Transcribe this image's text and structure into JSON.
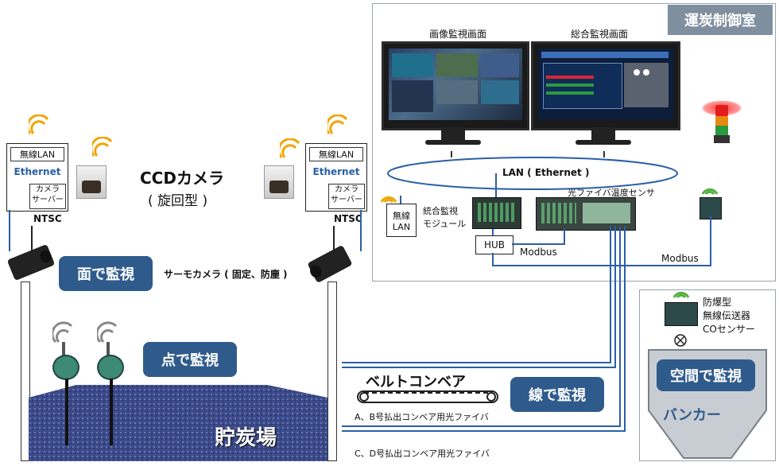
{
  "control_room": {
    "title": "運炭制御室",
    "monitor_left_label": "画像監視画面",
    "monitor_right_label": "総合監視画面",
    "lan_label": "LAN ( Ethernet )",
    "wireless_lan": [
      "無線",
      "LAN"
    ],
    "integrated_module": [
      "統合監視",
      "モジュール"
    ],
    "fiber_sensor": "光ファイバ温度センサ",
    "hub": "HUB",
    "modbus_1": "Modbus",
    "modbus_2": "Modbus"
  },
  "cameras": {
    "ccd_title": "CCDカメラ",
    "ccd_subtitle": "( 旋回型 )",
    "thermo_label": "サーモカメラ ( 固定、防塵 )",
    "left_box": {
      "wireless": "無線LAN",
      "ethernet": "Ethernet",
      "server": [
        "カメラ",
        "サーバー"
      ],
      "ntsc": "NTSC"
    },
    "right_box": {
      "wireless": "無線LAN",
      "ethernet": "Ethernet",
      "server": [
        "カメラ",
        "サーバー"
      ],
      "ntsc": "NTSC"
    }
  },
  "monitoring_modes": {
    "surface": "面で監視",
    "point": "点で監視",
    "line": "線で監視",
    "space": "空間で監視"
  },
  "yard": {
    "title": "貯炭場",
    "conveyor_title": "ベルトコンベア",
    "fiber_ab": "A、B号払出コンベア用光ファイバ",
    "fiber_cd": "C、D号払出コンベア用光ファイバ"
  },
  "bunker": {
    "sensor_label": [
      "防爆型",
      "無線伝送器",
      "COセンサー"
    ],
    "title": "バンカー"
  },
  "colors": {
    "accent_blue": "#2f5b8c",
    "line_blue": "#2a5fa8",
    "coal": "#3b4a8a",
    "frame_grey": "#9aa3ad"
  }
}
